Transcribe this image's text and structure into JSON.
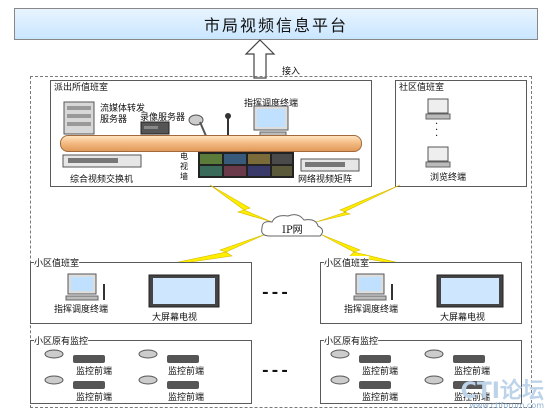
{
  "title": "市局视频信息平台",
  "uplink_label": "接入",
  "police_room": {
    "title": "派出所值班室",
    "stream_server": "流媒体转发\n服务器",
    "record_server": "录像服务器",
    "dispatch_terminal": "指挥调度终端",
    "video_wall": "电\n视\n墙",
    "switch": "综合视频交换机",
    "matrix": "网络视频矩阵"
  },
  "community_room": {
    "title": "社区值班室",
    "browse_terminal": "浏览终端"
  },
  "network_label": "IP网",
  "district_rooms": [
    {
      "title": "小区值班室",
      "terminal": "指挥调度终端",
      "tv": "大屏幕电视"
    },
    {
      "title": "小区值班室",
      "terminal": "指挥调度终端",
      "tv": "大屏幕电视"
    }
  ],
  "existing_monitoring": [
    {
      "title": "小区原有监控",
      "front_ends": [
        "监控前端",
        "监控前端",
        "监控前端",
        "监控前端"
      ]
    },
    {
      "title": "小区原有监控",
      "front_ends": [
        "监控前端",
        "监控前端",
        "监控前端",
        "监控前端"
      ]
    }
  ],
  "ellipsis": "---",
  "watermark": {
    "main": "CTI论坛",
    "sub": "www.ctiforum.com"
  },
  "colors": {
    "lightning": "#ffee00",
    "title_bg": "#c9e6ff",
    "hub": "#f3b980"
  }
}
